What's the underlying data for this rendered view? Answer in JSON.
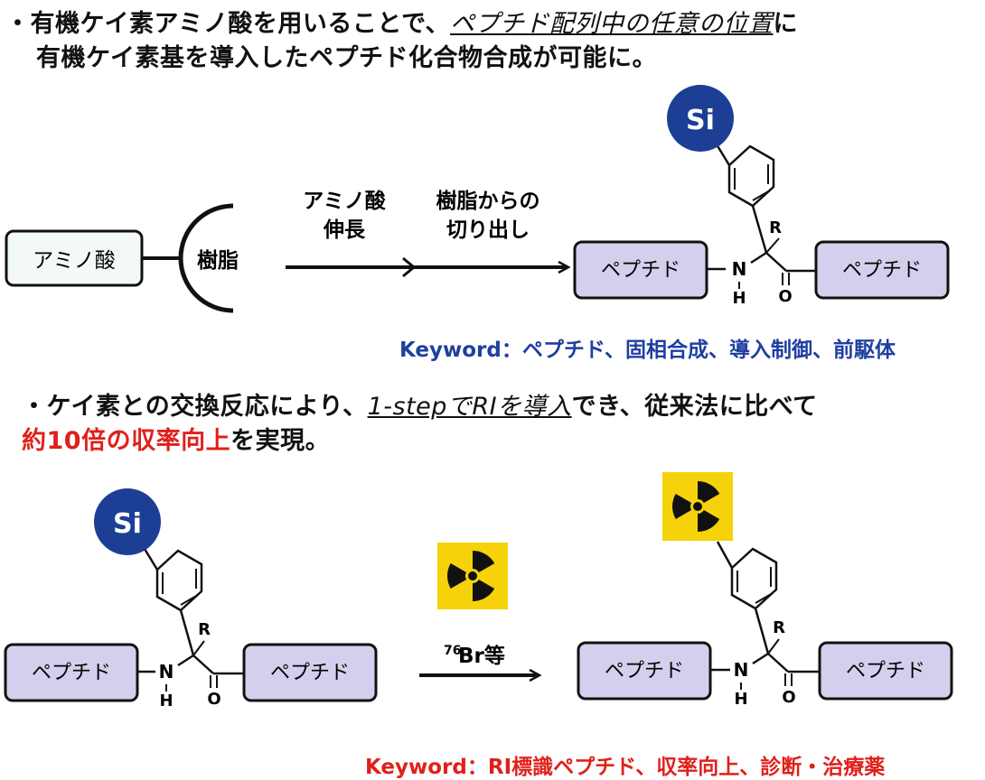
{
  "section1": {
    "bullet": "・",
    "text1": "有機ケイ素アミノ酸を用いることで、",
    "underline1": "ペプチド配列中の任意の位置",
    "text2": "に",
    "line2": "有機ケイ素基を導入したペプチド化合物合成が可能に。"
  },
  "diagram1": {
    "amino_acid_label": "アミノ酸",
    "resin_label": "樹脂",
    "step1_line1": "アミノ酸",
    "step1_line2": "伸長",
    "step2_line1": "樹脂からの",
    "step2_line2": "切り出し",
    "peptide_left": "ペプチド",
    "peptide_right": "ペプチド",
    "si_label": "Si",
    "r_label": "R",
    "n_label": "N",
    "h_label": "H",
    "o_label": "O"
  },
  "keyword1": "Keyword：ペプチド、固相合成、導入制御、前駆体",
  "section2": {
    "bullet": "・",
    "text1": "ケイ素との交換反応により、",
    "underline1": "1-stepでRIを導入",
    "text2": "でき、従来法に比べて",
    "red_text": "約10倍の収率向上",
    "text3": "を実現。"
  },
  "diagram2": {
    "si_label": "Si",
    "peptide_left_a": "ペプチド",
    "peptide_right_a": "ペプチド",
    "reagent_sup": "76",
    "reagent_text": "Br等",
    "peptide_left_b": "ペプチド",
    "peptide_right_b": "ペプチド",
    "r_label": "R",
    "n_label": "N",
    "h_label": "H",
    "o_label": "O"
  },
  "keyword2": "Keyword：RI標識ペプチド、収率向上、診断・治療薬",
  "colors": {
    "si_circle": "#1c3f95",
    "peptide_fill": "#d2d0ec",
    "radiation_bg": "#f5d20a",
    "keyword1": "#1f3fa0",
    "highlight_red": "#e0201b"
  }
}
